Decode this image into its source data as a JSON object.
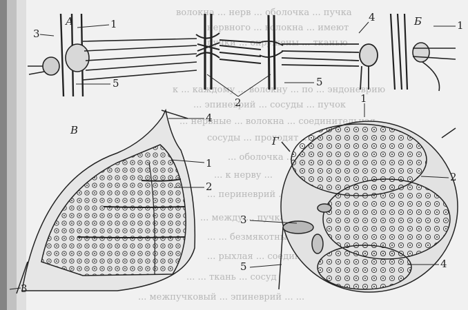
{
  "figure": {
    "panels": {
      "a": "А",
      "b": "Б",
      "v": "В",
      "g": "Г"
    },
    "callouts": {
      "top_left_1": "1",
      "top_left_3": "3",
      "top_left_5": "5",
      "top_center_2": "2",
      "top_right_4": "4",
      "top_right_5": "5",
      "top_right_1": "1",
      "v_4": "4",
      "v_1": "1",
      "v_2": "2",
      "v_3": "3",
      "g_1": "1",
      "g_2": "2",
      "g_3": "3",
      "g_4": "4",
      "g_5": "5"
    }
  },
  "show_through_text": [
    "волокна ... нерв ... оболочка ... пучка",
    "нервного ... волокна ... имеют",
    "пучки ... окружены ... тканью",
    "к ... каждому ... волокну ... по ... эндоневрию",
    "... эпиневрий ... сосуды ... пучок",
    "... нервные ... волокна ... соединительная",
    "сосуды ... проходят ... между ... пучками",
    "... оболочка ... нерва ...",
    "... к нерву ... ",
    "... периневрий ... эндоневрий ...",
    "... между ... пучками ... мякотные",
    "... ... безмякотные ...",
    "... рыхлая ... соединительная ...",
    "... ... ткань ... сосуд",
    "... межпучковый ... эпиневрий ... ..."
  ]
}
